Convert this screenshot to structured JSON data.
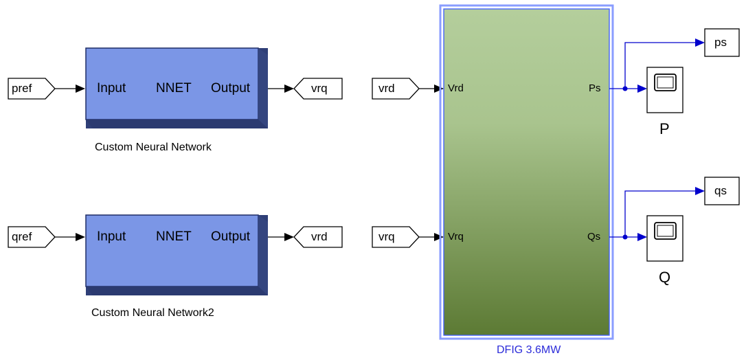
{
  "nnet1": {
    "input": "Input",
    "name": "NNET",
    "output": "Output",
    "caption": "Custom Neural Network"
  },
  "nnet2": {
    "input": "Input",
    "name": "NNET",
    "output": "Output",
    "caption": "Custom Neural Network2"
  },
  "goto_from": {
    "pref": "pref",
    "qref": "qref",
    "vrq_out": "vrq",
    "vrd_out": "vrd",
    "vrd_in": "vrd",
    "vrq_in": "vrq",
    "ps": "ps",
    "qs": "qs"
  },
  "dfig": {
    "title": "DFIG  3.6MW",
    "in1": "Vrd",
    "in2": "Vrq",
    "out1": "Ps",
    "out2": "Qs"
  },
  "scopes": {
    "p": "P",
    "q": "Q"
  },
  "colors": {
    "signal": "#0000cc",
    "nnet_fill": "#7b96e6",
    "dfig_top": "#b4ce9c",
    "dfig_bottom": "#5c7a34",
    "dfig_border": "#3b5bff",
    "caption_blue": "#2b2bd9"
  }
}
